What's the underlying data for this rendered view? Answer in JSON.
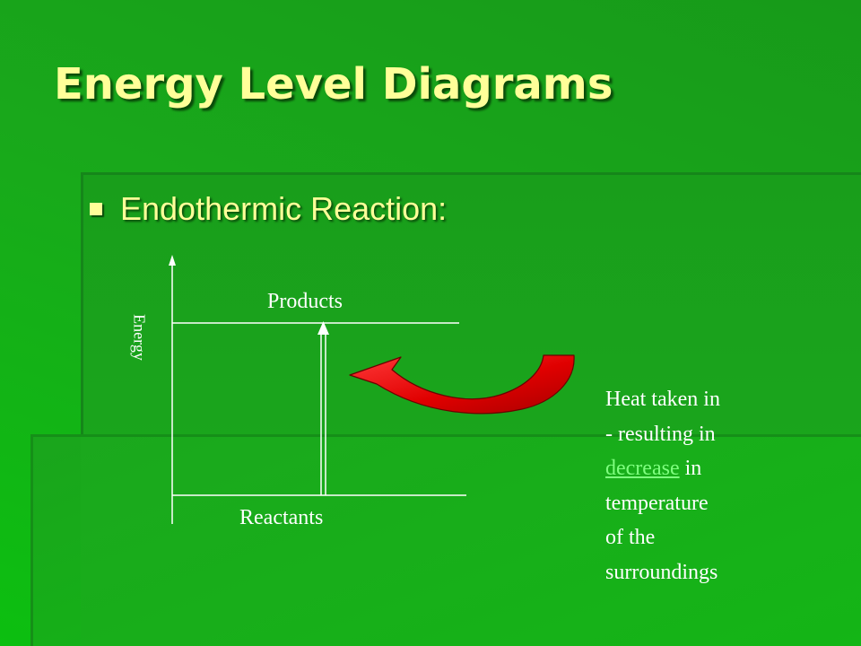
{
  "slide": {
    "title": "Energy Level Diagrams",
    "bullet": "Endothermic Reaction:"
  },
  "diagram": {
    "axis_label": "Energy",
    "products_label": "Products",
    "reactants_label": "Reactants"
  },
  "caption": {
    "line1": "Heat taken in",
    "line2": "- resulting in",
    "link_word": "decrease",
    "after_link": " in",
    "line4": "temperature",
    "line5": "of the",
    "line6": "surroundings"
  },
  "colors": {
    "title": "#ffff99",
    "text": "#ffffff",
    "arrow": "#ee0000",
    "link": "#7fff7f"
  }
}
